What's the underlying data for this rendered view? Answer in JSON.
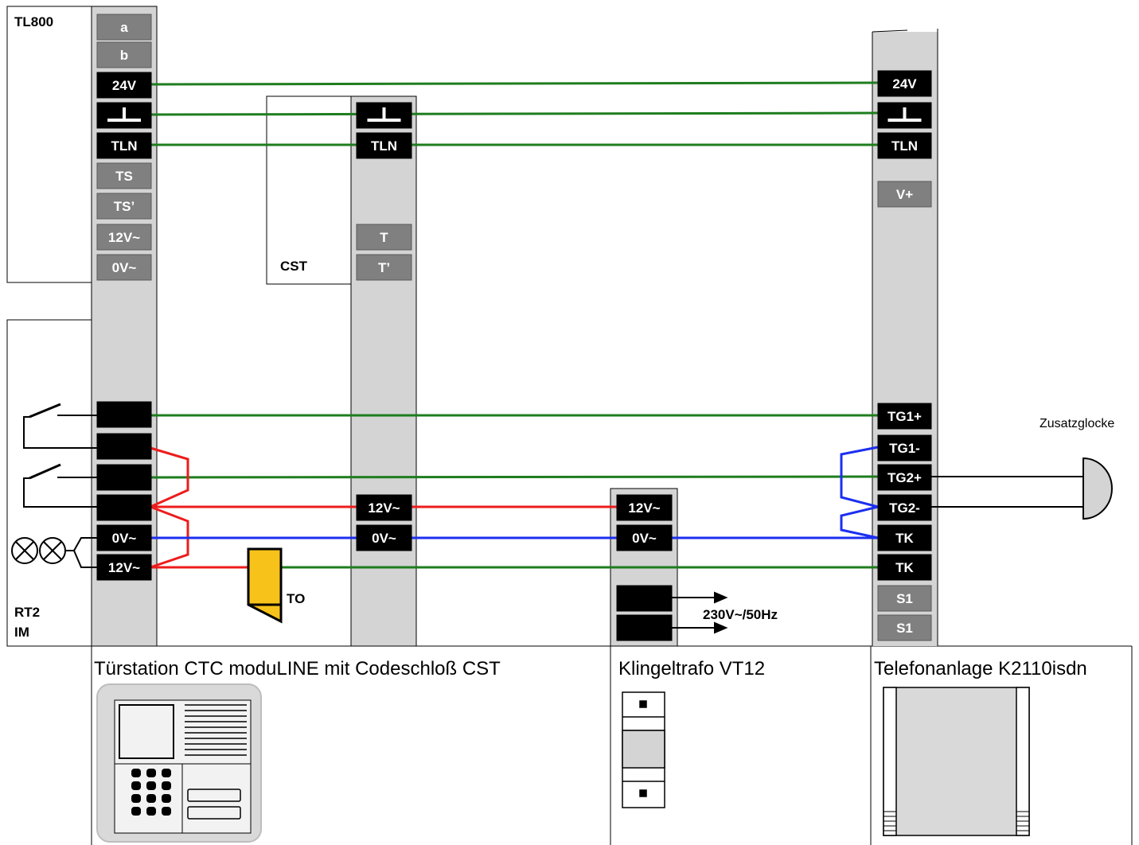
{
  "colors": {
    "strip": "#d4d4d4",
    "term_dark": "#000000",
    "term_gray": "#808080",
    "wire_green": "#1e7d1e",
    "wire_red": "#ee1c1c",
    "wire_blue": "#1c2ff0",
    "wire_black": "#000000",
    "opener_yellow": "#f7c21a"
  },
  "units": {
    "tl800": {
      "label": "TL800"
    },
    "rt2": {
      "label_line1": "RT2",
      "label_line2": "IM"
    },
    "cst": {
      "label": "CST"
    },
    "to": {
      "label": "TO"
    },
    "power": {
      "label": "230V~/50Hz"
    },
    "bell": {
      "label": "Zusatzglocke"
    }
  },
  "sections": {
    "door_station": "Türstation CTC moduLINE mit Codeschloß CST",
    "transformer": "Klingeltrafo VT12",
    "phone_system": "Telefonanlage K2110isdn"
  },
  "terminals": {
    "strip1": [
      {
        "label": "a",
        "style": "gray"
      },
      {
        "label": "b",
        "style": "gray"
      },
      {
        "label": "24V",
        "style": "dark"
      },
      {
        "label": "",
        "style": "dark",
        "icon": "ground-icon"
      },
      {
        "label": "TLN",
        "style": "dark"
      },
      {
        "label": "TS",
        "style": "gray"
      },
      {
        "label": "TS’",
        "style": "gray"
      },
      {
        "label": "12V~",
        "style": "gray"
      },
      {
        "label": "0V~",
        "style": "gray"
      },
      {
        "label": "",
        "style": "dark"
      },
      {
        "label": "",
        "style": "dark"
      },
      {
        "label": "",
        "style": "dark"
      },
      {
        "label": "",
        "style": "dark"
      },
      {
        "label": "0V~",
        "style": "dark"
      },
      {
        "label": "12V~",
        "style": "dark"
      }
    ],
    "strip2": [
      {
        "label": "",
        "style": "dark",
        "icon": "ground-icon"
      },
      {
        "label": "TLN",
        "style": "dark"
      },
      {
        "label": "T",
        "style": "gray"
      },
      {
        "label": "T’",
        "style": "gray"
      },
      {
        "label": "12V~",
        "style": "dark"
      },
      {
        "label": "0V~",
        "style": "dark"
      }
    ],
    "strip3": [
      {
        "label": "12V~",
        "style": "dark"
      },
      {
        "label": "0V~",
        "style": "dark"
      },
      {
        "label": "",
        "style": "dark"
      },
      {
        "label": "",
        "style": "dark"
      }
    ],
    "strip4": [
      {
        "label": "24V",
        "style": "dark"
      },
      {
        "label": "",
        "style": "dark",
        "icon": "ground-icon"
      },
      {
        "label": "TLN",
        "style": "dark"
      },
      {
        "label": "V+",
        "style": "gray"
      },
      {
        "label": "TG1+",
        "style": "dark"
      },
      {
        "label": "TG1-",
        "style": "dark"
      },
      {
        "label": "TG2+",
        "style": "dark"
      },
      {
        "label": "TG2-",
        "style": "dark"
      },
      {
        "label": "TK",
        "style": "dark"
      },
      {
        "label": "TK",
        "style": "dark"
      },
      {
        "label": "S1",
        "style": "gray"
      },
      {
        "label": "S1",
        "style": "gray"
      }
    ]
  }
}
